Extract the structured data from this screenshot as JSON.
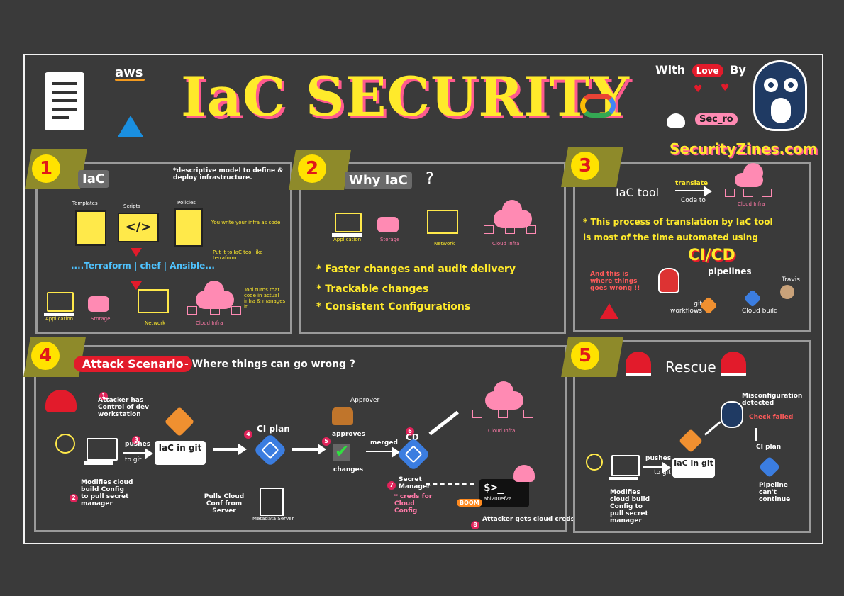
{
  "header": {
    "title": "IaC SECURITY",
    "aws": "aws",
    "credit_with": "With",
    "credit_love": "Love",
    "credit_by": "By",
    "sec_tag": "Sec_ro",
    "site": "SecurityZines.com"
  },
  "panel1": {
    "num": "1",
    "title": "IaC",
    "definition": "*descriptive model to define & deploy infrastructure.",
    "templates": "Templates",
    "scripts": "Scripts",
    "policies": "Policies",
    "tools": "....Terraform | chef | Ansible...",
    "note1": "You write your infra as code",
    "note2": "Put it to IaC tool like terraform",
    "note3": "Tool turns that code in actual infra & manages it.",
    "application": "Application",
    "storage": "Storage",
    "network": "Network",
    "cloud_infra": "Cloud Infra"
  },
  "panel2": {
    "num": "2",
    "title": "Why IaC",
    "q": "?",
    "application": "Application",
    "storage": "Storage",
    "network": "Network",
    "cloud_infra": "Cloud Infra",
    "point1": "* Faster changes and audit delivery",
    "point2": "* Trackable changes",
    "point3": "* Consistent Configurations"
  },
  "panel3": {
    "num": "3",
    "iac_tool": "IaC tool",
    "translate": "translate",
    "code_to": "Code to",
    "cloud_infra": "Cloud Infra",
    "line1": "* This process of translation by IaC tool",
    "line2": "is most of the time automated using",
    "cicd": "CI/CD",
    "pipelines": "pipelines",
    "warning": "And this is where things goes wrong !!",
    "git_workflows": "git workflows",
    "cloud_build": "Cloud build",
    "travis": "Travis"
  },
  "panel4": {
    "num": "4",
    "title": "Attack Scenario",
    "subtitle": "- Where things can go wrong ?",
    "s1": "1",
    "attacker": "Attacker has Control of dev workstation",
    "s2": "2",
    "modifies": "Modifies cloud build Config to pull secret manager",
    "s3": "3",
    "pushes": "pushes",
    "to_git": "to git",
    "iac_git": "IaC in git",
    "s4": "4",
    "ci_plan": "CI plan",
    "pulls": "Pulls Cloud Conf from Server",
    "metadata": "Metadata Server",
    "approver": "Approver",
    "s5": "5",
    "approves": "approves",
    "changes": "changes",
    "merged": "merged",
    "s6": "6",
    "cd": "CD",
    "cloud_infra": "Cloud Infra",
    "s7": "7",
    "secret_manager": "Secret Manager",
    "creds": "* creds for Cloud Config",
    "terminal": "$>_",
    "terminal_out": "abi200ef2a....",
    "boom": "BOOM",
    "s8": "8",
    "gets_creds": "Attacker gets cloud creds"
  },
  "panel5": {
    "num": "5",
    "title": "Rescue",
    "pushes": "pushes",
    "to_git": "to git",
    "iac_git": "IaC in git",
    "modifies": "Modifies cloud build Config to pull secret manager",
    "misconfig": "Misconfiguration detected",
    "check_failed": "Check failed",
    "ci_plan": "CI plan",
    "pipeline_cant": "Pipeline can't continue"
  },
  "colors": {
    "accent_yellow": "#ffea2b",
    "accent_pink": "#ff7aa8",
    "danger_red": "#e01818",
    "bg": "#3a3a3a"
  }
}
